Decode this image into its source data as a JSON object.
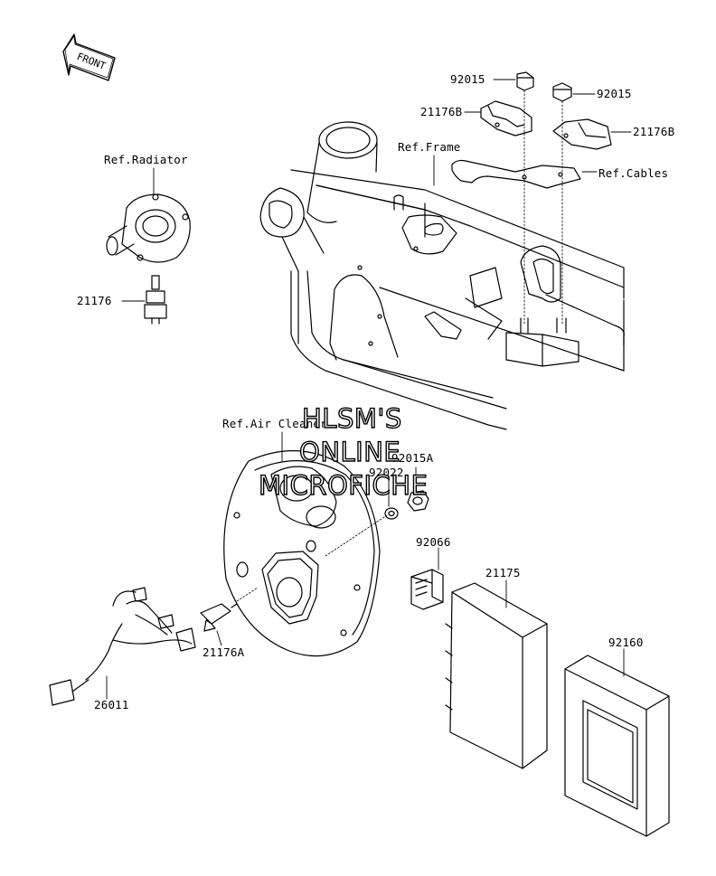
{
  "labels": {
    "front": "FRONT",
    "ref_radiator": "Ref.Radiator",
    "ref_frame": "Ref.Frame",
    "ref_cables": "Ref.Cables",
    "ref_air_cleaner": "Ref.Air Cleaner",
    "p92015_left": "92015",
    "p92015_right": "92015",
    "p21176B_left": "21176B",
    "p21176B_right": "21176B",
    "p21176": "21176",
    "p92015A": "92015A",
    "p92022": "92022",
    "p92066": "92066",
    "p21175": "21175",
    "p92160": "92160",
    "p21176A": "21176A",
    "p26011": "26011"
  },
  "watermark": {
    "line1": "HLSM'S",
    "line2": "ONLINE",
    "line3": "MICROFICHE"
  }
}
